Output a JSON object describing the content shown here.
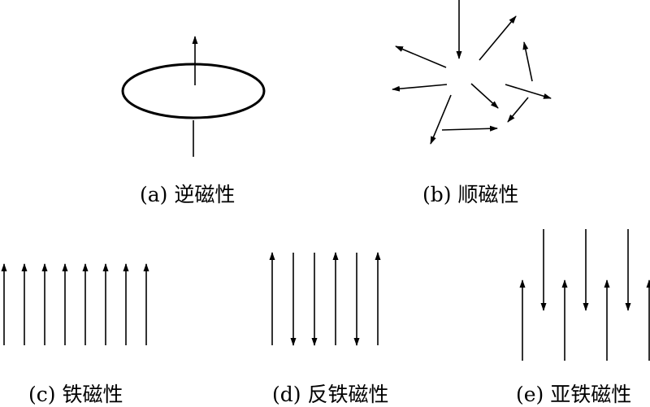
{
  "panels": {
    "a": {
      "caption": "(a) 逆磁性"
    },
    "b": {
      "caption": "(b) 顺磁性"
    },
    "c": {
      "caption": "(c) 铁磁性",
      "arrow_directions": [
        "up",
        "up",
        "up",
        "up",
        "up",
        "up",
        "up",
        "up"
      ]
    },
    "d": {
      "caption": "(d) 反铁磁性",
      "arrow_directions": [
        "up",
        "down",
        "down",
        "up",
        "down",
        "up"
      ]
    },
    "e": {
      "caption": "(e) 亚铁磁性",
      "arrow_directions": [
        "up",
        "down",
        "up",
        "down",
        "up",
        "down",
        "up"
      ]
    }
  },
  "colors": {
    "stroke": "#000000",
    "background": "#ffffff"
  }
}
